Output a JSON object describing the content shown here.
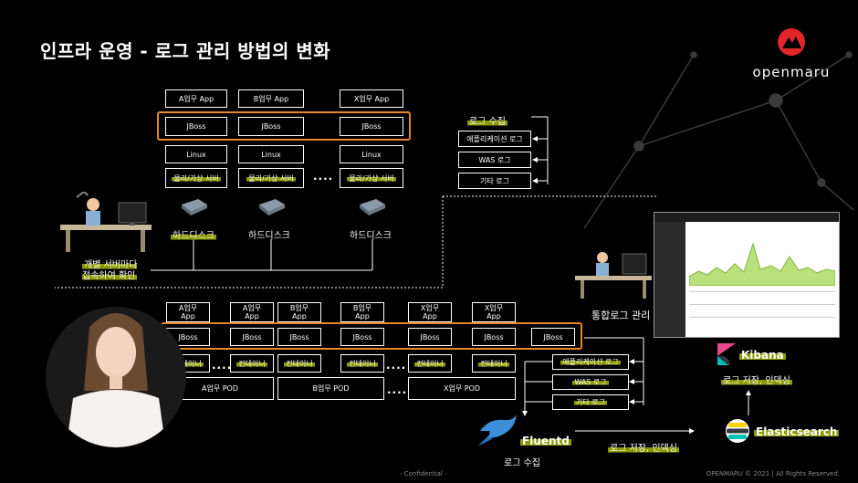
{
  "title": "인프라 운영 - 로그 관리 방법의 변화",
  "brand": {
    "logo_text": "openmaru"
  },
  "top": {
    "apps": [
      "A업무 App",
      "B업무 App",
      "X업무 App"
    ],
    "jboss": [
      "JBoss",
      "JBoss",
      "JBoss"
    ],
    "linux": [
      "Linux",
      "Linux",
      "Linux"
    ],
    "hw": [
      "물리/가상 서버",
      "물리/가상 서버",
      "물리/가상 서버"
    ],
    "disks": [
      "하드디스크",
      "하드디스크",
      "하드디스크"
    ],
    "dots": "....",
    "collect_label": "로그 수집",
    "logs": [
      "애플리케이션 로그",
      "WAS 로그",
      "기타 로그"
    ],
    "person_caption": "개별 서버마다\n접속하여 확인"
  },
  "bottom": {
    "apps": [
      "A업무\nApp",
      "A업무\nApp",
      "B업무\nApp",
      "B업무\nApp",
      "X업무\nApp",
      "X업무\nApp"
    ],
    "jboss": [
      "JBoss",
      "JBoss",
      "JBoss",
      "JBoss",
      "JBoss",
      "JBoss",
      "JBoss"
    ],
    "containers": [
      "컨테이너",
      "컨테이너",
      "컨테이너",
      "컨테이너",
      "컨테이너",
      "컨테이너"
    ],
    "pods": [
      "A업무 POD",
      "B업무 POD",
      "X업무 POD"
    ],
    "logs": [
      "애플리케이션 로그",
      "WAS 로그",
      "기타 로그"
    ],
    "dots": "....",
    "fluentd": "Fluentd",
    "fluentd_caption": "로그 수집",
    "store_caption": "로그 저장, 인덱싱",
    "kibana": "Kibana",
    "kibana_caption": "로그 저장, 인덱싱",
    "elastic": "Elasticsearch",
    "integrated_caption": "통합로그 관리"
  },
  "footer": {
    "confidential": "- Confidential -",
    "copyright": "OPENMARU © 2021 | All Rights Reserved."
  },
  "colors": {
    "accent_orange": "#e8862a",
    "highlight": "#8a9a00",
    "brand_red": "#e0262b"
  }
}
